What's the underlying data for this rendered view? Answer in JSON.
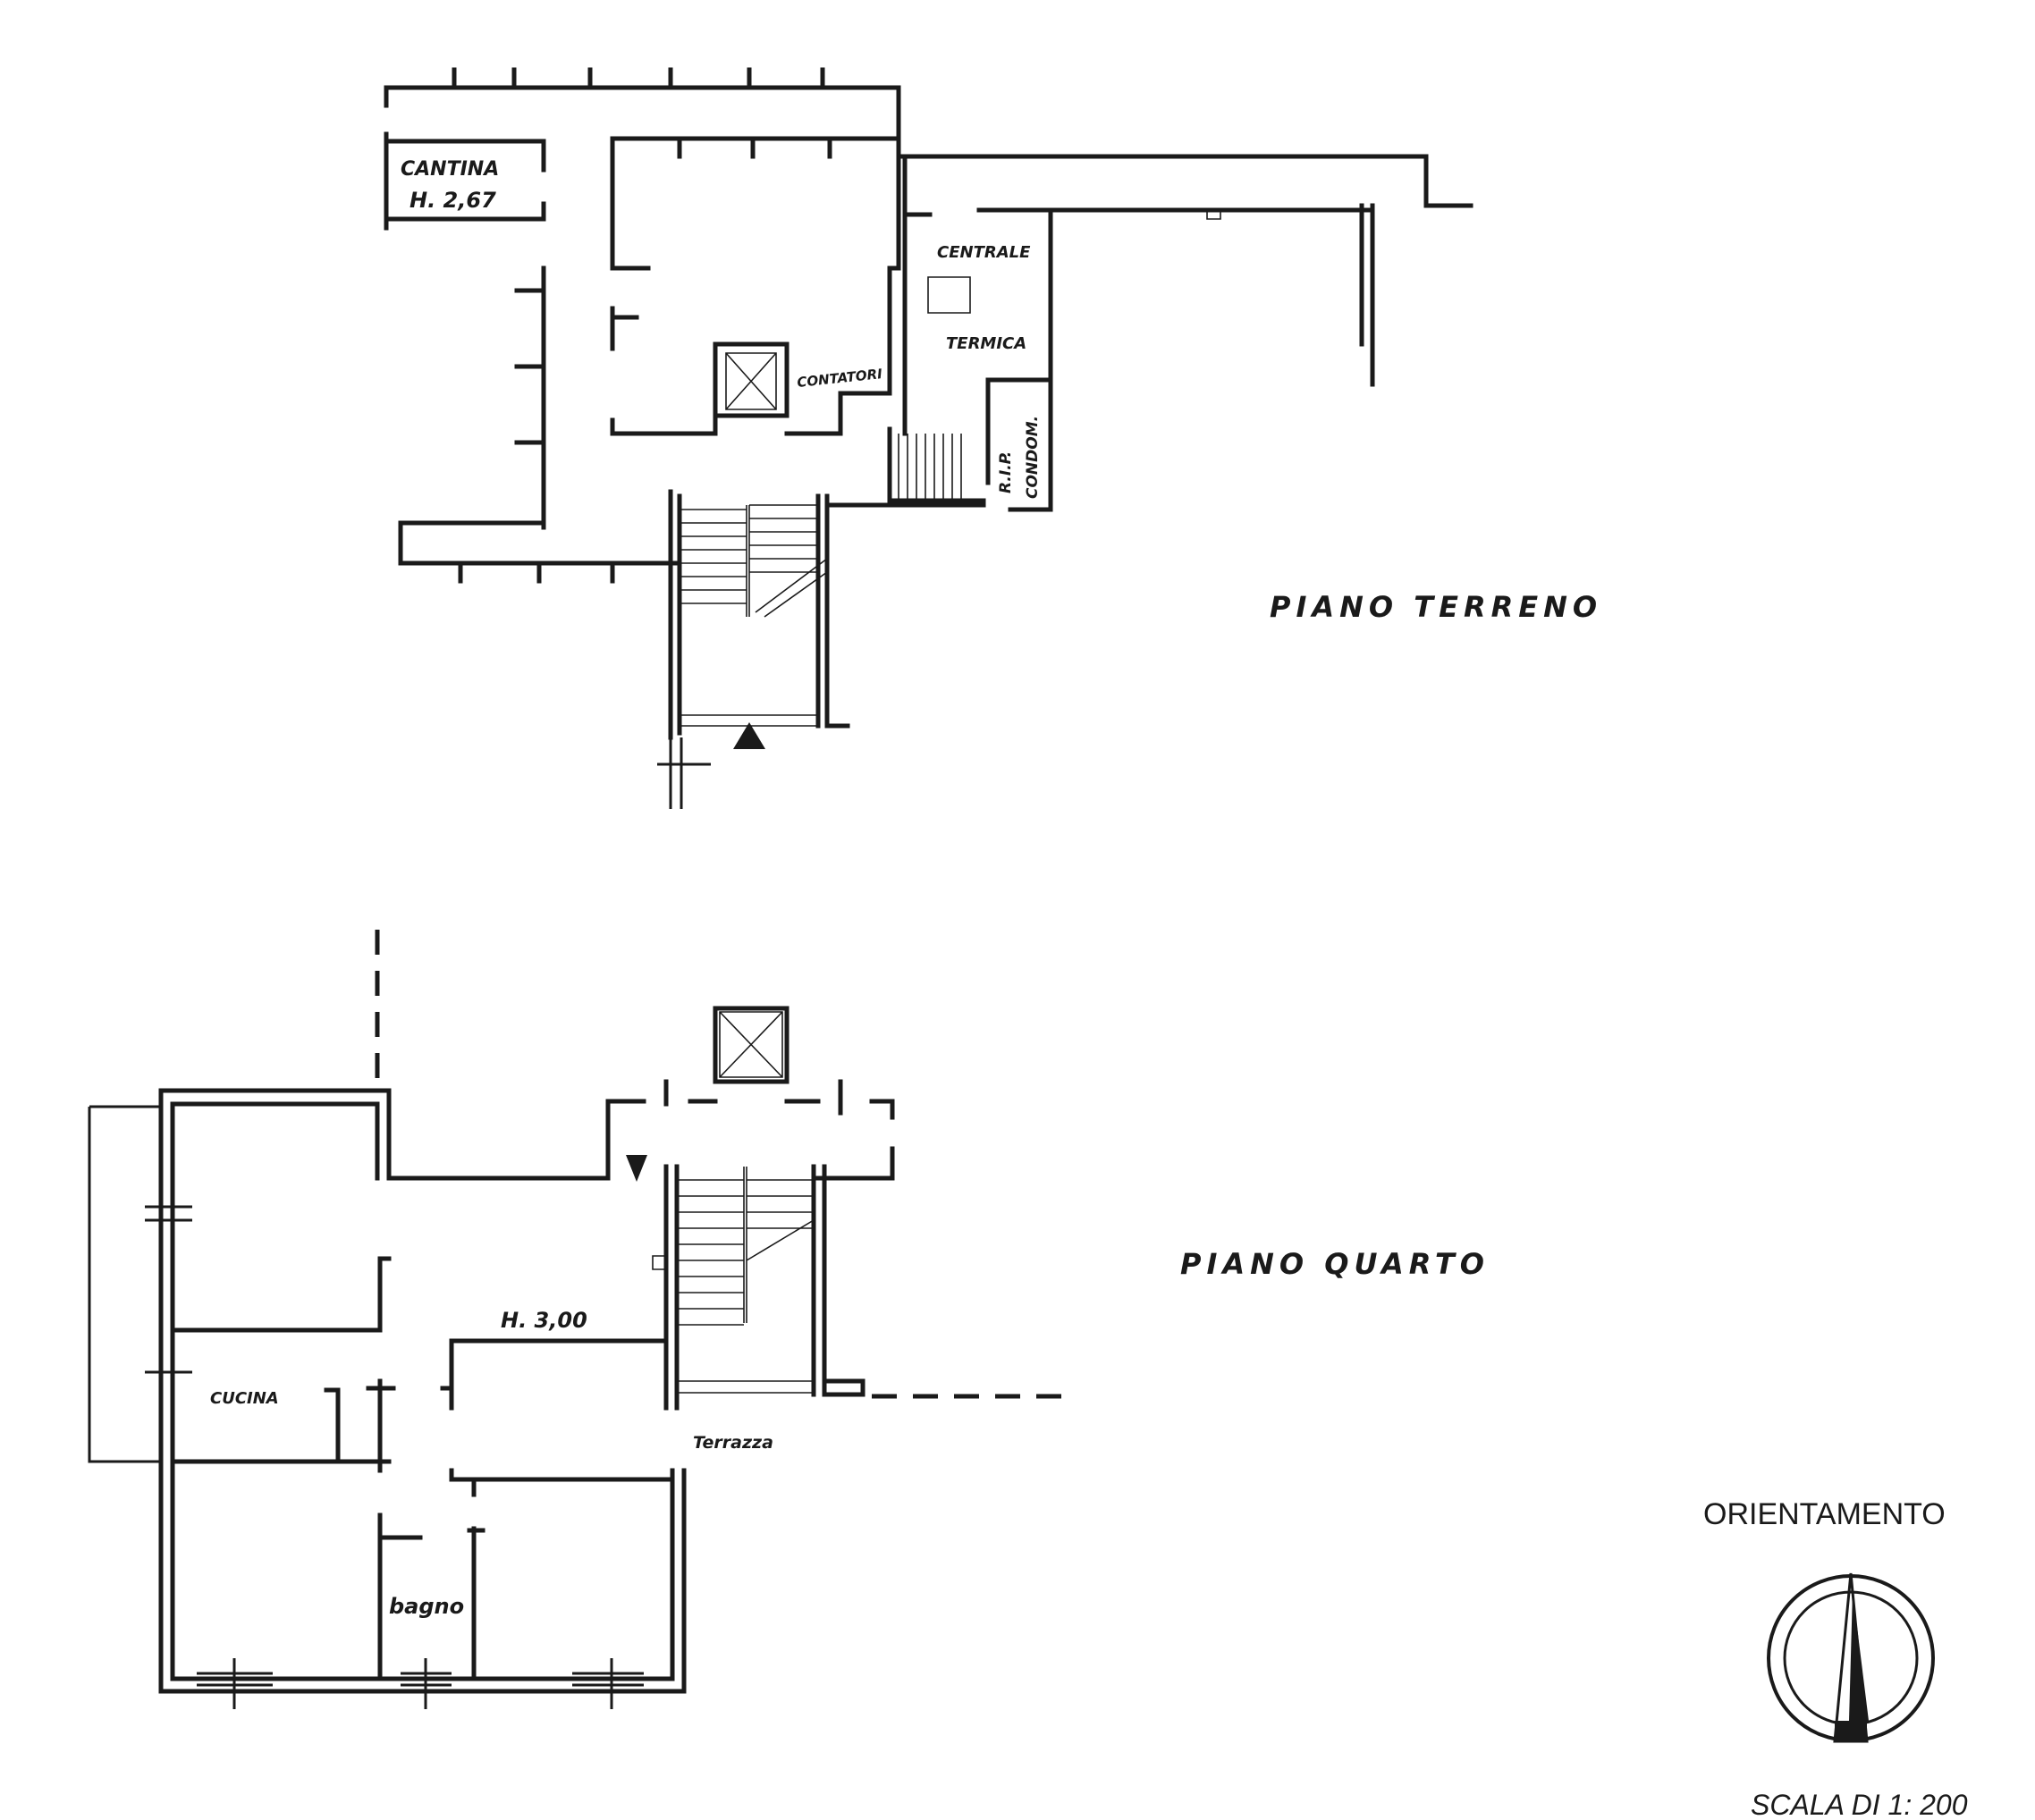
{
  "ground_floor": {
    "title": "PIANO TERRENO",
    "rooms": {
      "cantina": "CANTINA",
      "cantina_height": "H. 2,67",
      "centrale": "CENTRALE",
      "termica": "TERMICA",
      "contatori": "CONTATORI",
      "rip": "R.I.P.",
      "condom": "CONDOM."
    }
  },
  "fourth_floor": {
    "title": "PIANO QUARTO",
    "rooms": {
      "height": "H. 3,00",
      "cucina": "CUCINA",
      "terrazza": "Terrazza",
      "bagno": "bagno"
    }
  },
  "orientation": {
    "label": "ORIENTAMENTO"
  },
  "scale": {
    "label": "SCALA DI 1: 200"
  }
}
